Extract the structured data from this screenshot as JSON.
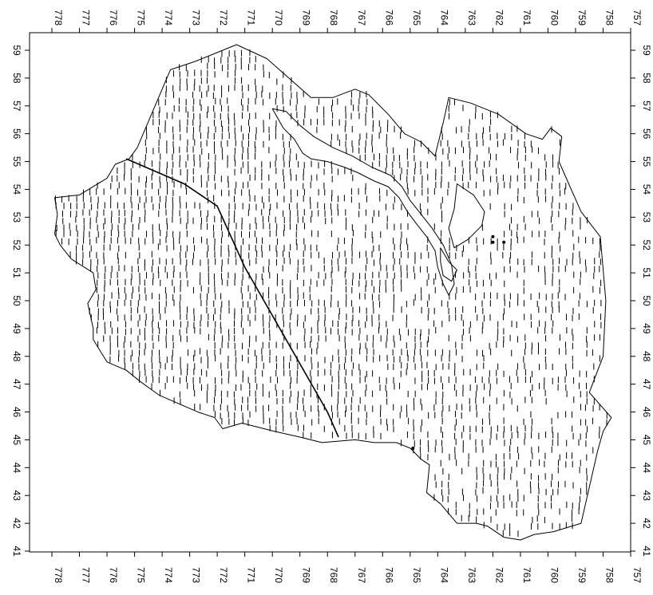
{
  "map": {
    "type": "point-map",
    "x_axis": {
      "orientation": "reversed",
      "range": [
        778,
        757
      ],
      "ticks": [
        778,
        777,
        776,
        775,
        774,
        773,
        772,
        771,
        770,
        769,
        768,
        767,
        766,
        765,
        764,
        763,
        762,
        761,
        760,
        759,
        758,
        757
      ]
    },
    "y_axis": {
      "range": [
        41,
        59
      ],
      "ticks": [
        41,
        42,
        43,
        44,
        45,
        46,
        47,
        48,
        49,
        50,
        51,
        52,
        53,
        54,
        55,
        56,
        57,
        58,
        59
      ]
    },
    "axes_mirrored": true,
    "tick_label_rotation": 90,
    "boundary": [
      [
        777.9,
        53.7
      ],
      [
        777.0,
        53.8
      ],
      [
        776.0,
        54.4
      ],
      [
        775.7,
        54.9
      ],
      [
        775.2,
        55.1
      ],
      [
        774.9,
        55.5
      ],
      [
        773.7,
        58.3
      ],
      [
        772.8,
        58.6
      ],
      [
        771.3,
        59.2
      ],
      [
        770.2,
        58.7
      ],
      [
        768.6,
        57.3
      ],
      [
        767.8,
        57.3
      ],
      [
        767.0,
        57.6
      ],
      [
        766.5,
        57.4
      ],
      [
        765.8,
        56.7
      ],
      [
        765.2,
        56.0
      ],
      [
        764.6,
        55.7
      ],
      [
        764.1,
        55.2
      ],
      [
        763.8,
        56.4
      ],
      [
        763.6,
        57.3
      ],
      [
        762.8,
        57.1
      ],
      [
        761.8,
        56.7
      ],
      [
        760.8,
        56.0
      ],
      [
        760.2,
        55.8
      ],
      [
        759.9,
        56.2
      ],
      [
        759.5,
        55.9
      ],
      [
        759.6,
        55.0
      ],
      [
        759.2,
        54.1
      ],
      [
        758.8,
        53.2
      ],
      [
        758.1,
        52.3
      ],
      [
        757.9,
        50.0
      ],
      [
        758.0,
        48.0
      ],
      [
        758.5,
        46.7
      ],
      [
        757.7,
        45.8
      ],
      [
        758.0,
        45.3
      ],
      [
        758.2,
        44.6
      ],
      [
        758.8,
        42.0
      ],
      [
        759.8,
        41.7
      ],
      [
        760.5,
        41.6
      ],
      [
        761.0,
        41.4
      ],
      [
        761.6,
        41.5
      ],
      [
        762.2,
        41.9
      ],
      [
        762.6,
        42.0
      ],
      [
        763.3,
        42.0
      ],
      [
        763.9,
        42.7
      ],
      [
        764.4,
        43.1
      ],
      [
        764.3,
        44.1
      ],
      [
        764.6,
        44.3
      ],
      [
        765.0,
        44.7
      ],
      [
        765.5,
        44.9
      ],
      [
        766.3,
        44.9
      ],
      [
        767.0,
        45.0
      ],
      [
        768.2,
        44.9
      ],
      [
        769.0,
        45.1
      ],
      [
        769.9,
        45.3
      ],
      [
        771.1,
        45.6
      ],
      [
        771.8,
        45.4
      ],
      [
        772.1,
        45.8
      ],
      [
        772.7,
        46.0
      ],
      [
        773.4,
        46.3
      ],
      [
        774.1,
        46.6
      ],
      [
        774.8,
        47.1
      ],
      [
        775.3,
        47.5
      ],
      [
        776.0,
        47.8
      ],
      [
        776.5,
        48.6
      ],
      [
        776.5,
        49.0
      ],
      [
        776.7,
        49.9
      ],
      [
        776.4,
        50.4
      ],
      [
        776.5,
        51.0
      ],
      [
        777.3,
        51.5
      ],
      [
        777.7,
        52.0
      ],
      [
        777.9,
        52.4
      ],
      [
        777.8,
        53.1
      ],
      [
        777.9,
        53.7
      ]
    ],
    "divider": [
      [
        775.3,
        55.1
      ],
      [
        773.2,
        54.2
      ],
      [
        772.0,
        53.4
      ],
      [
        771.0,
        51.2
      ],
      [
        768.0,
        46.0
      ],
      [
        767.6,
        45.1
      ]
    ],
    "holes": [
      [
        [
          770.0,
          56.9
        ],
        [
          769.6,
          56.2
        ],
        [
          769.2,
          55.8
        ],
        [
          768.9,
          55.3
        ],
        [
          768.6,
          55.1
        ],
        [
          768.0,
          55.0
        ],
        [
          767.4,
          54.8
        ],
        [
          766.9,
          54.6
        ],
        [
          766.3,
          54.3
        ],
        [
          765.8,
          54.1
        ],
        [
          765.4,
          53.7
        ],
        [
          765.1,
          53.2
        ],
        [
          764.8,
          52.8
        ],
        [
          764.4,
          52.3
        ],
        [
          764.1,
          51.8
        ],
        [
          764.0,
          51.2
        ],
        [
          763.8,
          50.6
        ],
        [
          763.6,
          50.2
        ],
        [
          763.4,
          50.6
        ],
        [
          763.5,
          51.3
        ],
        [
          763.8,
          52.0
        ],
        [
          764.2,
          52.6
        ],
        [
          764.6,
          53.1
        ],
        [
          765.0,
          53.6
        ],
        [
          765.3,
          54.1
        ],
        [
          765.7,
          54.5
        ],
        [
          766.4,
          54.8
        ],
        [
          767.1,
          55.2
        ],
        [
          767.8,
          55.5
        ],
        [
          768.5,
          55.9
        ],
        [
          769.0,
          56.3
        ],
        [
          769.5,
          56.8
        ],
        [
          770.0,
          56.9
        ]
      ],
      [
        [
          763.3,
          54.2
        ],
        [
          762.7,
          53.8
        ],
        [
          762.3,
          53.2
        ],
        [
          762.4,
          52.7
        ],
        [
          762.9,
          52.2
        ],
        [
          763.4,
          51.9
        ],
        [
          763.6,
          52.6
        ],
        [
          763.4,
          53.3
        ],
        [
          763.3,
          54.2
        ]
      ],
      [
        [
          763.9,
          51.9
        ],
        [
          763.6,
          51.4
        ],
        [
          763.3,
          51.1
        ],
        [
          763.5,
          50.7
        ],
        [
          763.8,
          50.9
        ],
        [
          763.9,
          51.4
        ],
        [
          763.9,
          51.9
        ]
      ]
    ],
    "observations": {
      "marker": "short-vertical-tick",
      "x_step": 0.25,
      "y_step": 0.25
    },
    "point_markers": [
      [
        762.0,
        52.3
      ],
      [
        762.0,
        52.1
      ],
      [
        761.6,
        52.1
      ],
      [
        764.9,
        44.7
      ]
    ]
  }
}
